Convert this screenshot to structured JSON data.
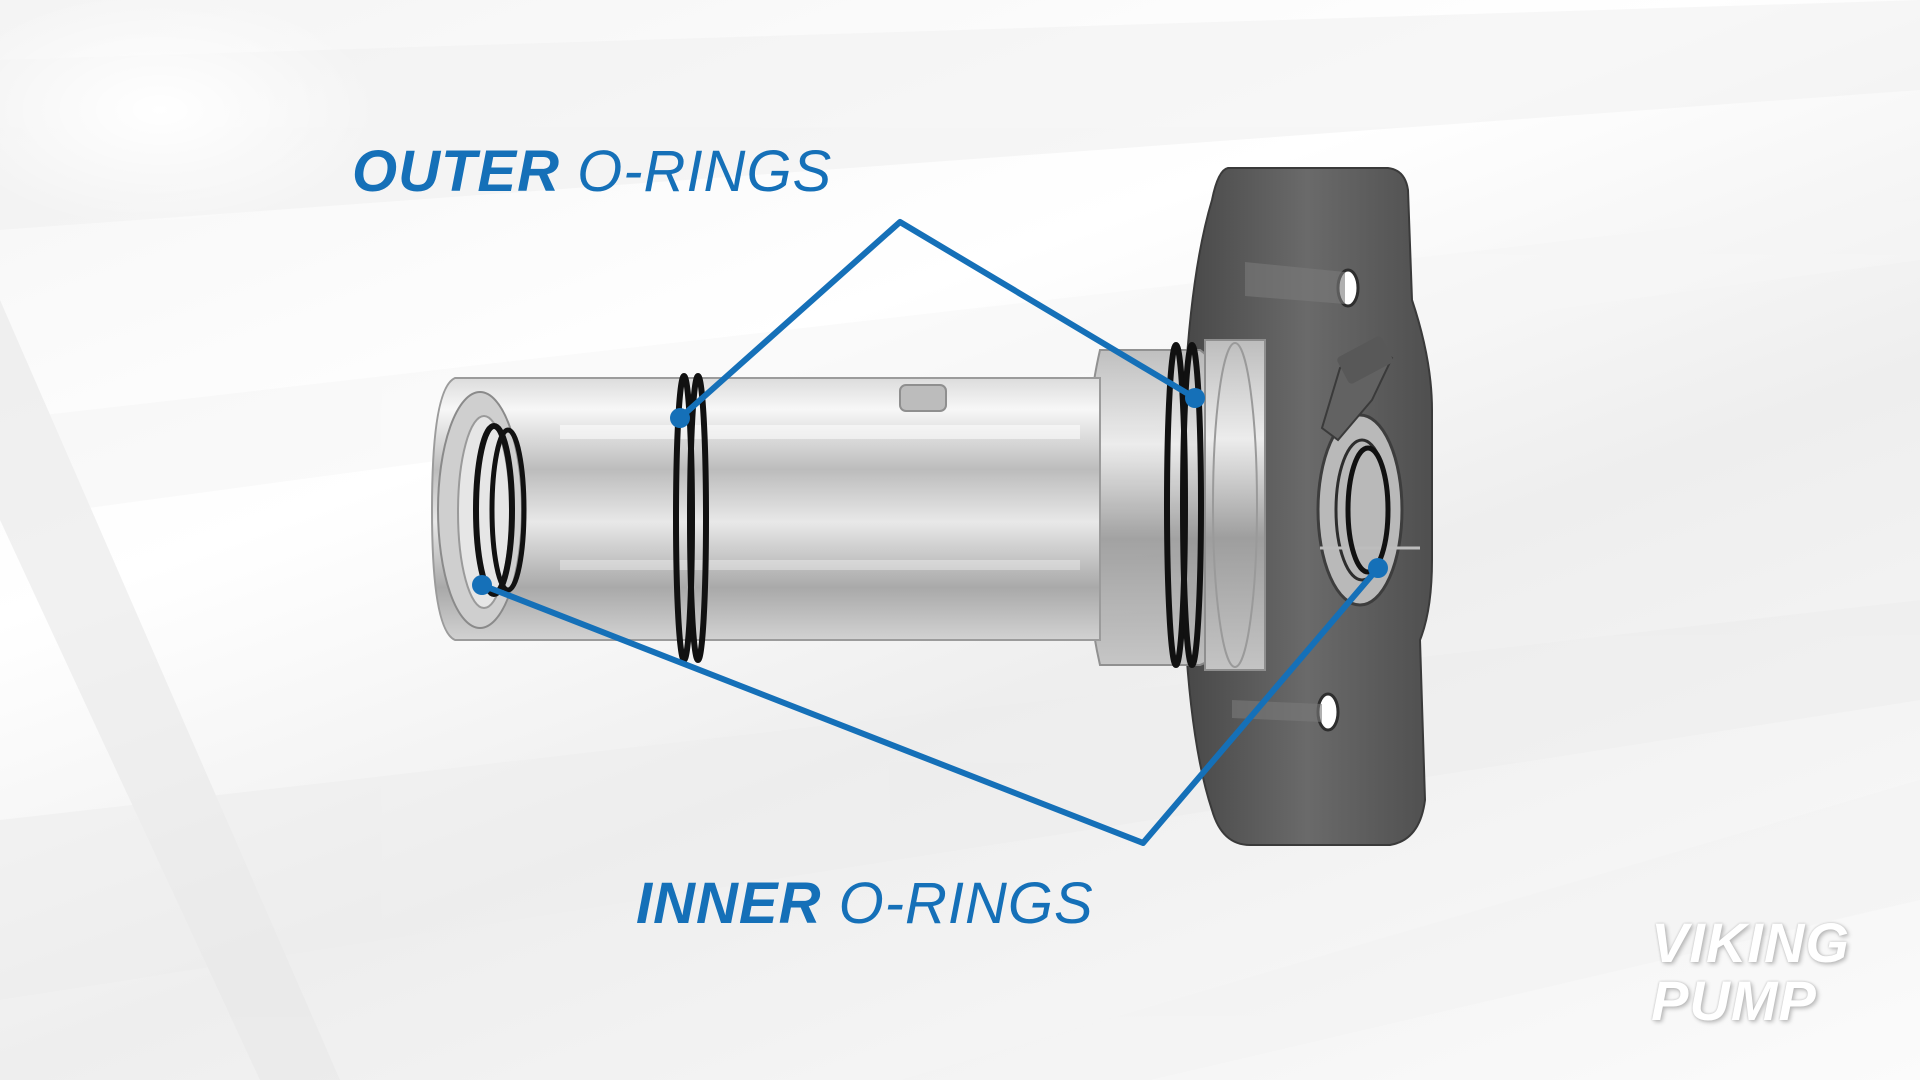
{
  "labels": {
    "outer": {
      "bold": "OUTER",
      "rest": "O-RINGS"
    },
    "inner": {
      "bold": "INNER",
      "rest": "O-RINGS"
    }
  },
  "logo": {
    "line1": "VIKING",
    "line2": "PUMP"
  },
  "colors": {
    "accent": "#1570b8",
    "oring": "#111111",
    "flange": "#5a5a5a",
    "shaft": "#c9c9c9"
  }
}
